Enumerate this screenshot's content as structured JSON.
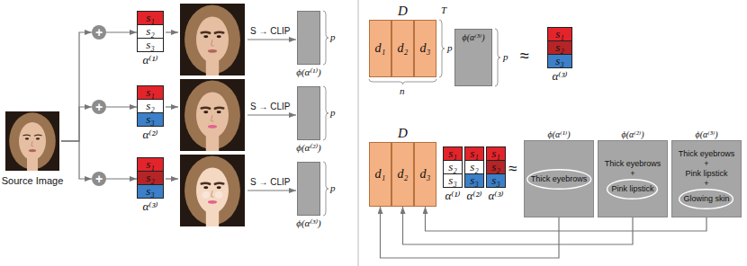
{
  "diagram": {
    "nodes": [
      {
        "text": [
          "Source Image"
        ]
      },
      {
        "text": [
          "+"
        ]
      },
      {
        "text": [
          "s₁",
          "s₂",
          "s₃",
          "α⁽¹⁾"
        ]
      },
      {
        "text": [
          "ϕ(α⁽¹⁾)"
        ]
      },
      {
        "text": [
          "+"
        ]
      },
      {
        "text": [
          "s₁",
          "s₂",
          "s₃",
          "α⁽²⁾"
        ]
      },
      {
        "text": [
          "ϕ(α⁽²⁾)"
        ]
      },
      {
        "text": [
          "+"
        ]
      },
      {
        "text": [
          "s₁",
          "s₂",
          "s₃",
          "α⁽³⁾"
        ]
      },
      {
        "text": [
          "ϕ(α⁽³⁾)"
        ]
      },
      {
        "text": [
          "D"
        ]
      },
      {
        "text": [
          "d₁"
        ],
        "in": 10
      },
      {
        "text": [
          "d₂"
        ],
        "in": 10
      },
      {
        "text": [
          "d₃"
        ],
        "in": 10
      },
      {
        "text": [
          "ϕ(α⁽³⁾)"
        ]
      },
      {
        "text": [
          "s₁",
          "s₂",
          "s₃",
          "α⁽³⁾"
        ]
      },
      {
        "text": [
          "D"
        ]
      },
      {
        "text": [
          "d₁"
        ],
        "in": 16
      },
      {
        "text": [
          "d₂"
        ],
        "in": 16
      },
      {
        "text": [
          "d₃"
        ],
        "in": 16
      },
      {
        "text": [
          "s₁",
          "s₂",
          "s₃",
          "α⁽¹⁾"
        ]
      },
      {
        "text": [
          "s₁",
          "s₂",
          "s₃",
          "α⁽²⁾"
        ]
      },
      {
        "text": [
          "s₁",
          "s₂",
          "s₃",
          "α⁽³⁾"
        ]
      },
      {
        "text": [
          "ϕ(α⁽¹⁾)"
        ]
      },
      {
        "text": [
          "Thick eyebrows"
        ],
        "in": 23
      },
      {
        "text": [
          "ϕ(α⁽²⁾)",
          "Thick eyebrows",
          "+"
        ]
      },
      {
        "text": [
          "Pink lipstick"
        ],
        "in": 25
      },
      {
        "text": [
          "ϕ(α⁽³⁾)",
          "Thick eyebrows",
          "+",
          "Pink lipstick",
          "+"
        ]
      },
      {
        "text": [
          "Glowing skin"
        ],
        "in": 27
      }
    ],
    "edges": [
      {
        "from": 0,
        "to": 1,
        "arrow": "to"
      },
      {
        "from": 0,
        "to": 4,
        "arrow": "to"
      },
      {
        "from": 0,
        "to": 7,
        "arrow": "to"
      },
      {
        "from": 1,
        "to": 2,
        "arrow": "to"
      },
      {
        "from": 4,
        "to": 5,
        "arrow": "to"
      },
      {
        "from": 7,
        "to": 8,
        "arrow": "to"
      },
      {
        "from": 24,
        "to": 17,
        "arrow": "to"
      },
      {
        "from": 26,
        "to": 18,
        "arrow": "to"
      },
      {
        "from": 28,
        "to": 19,
        "arrow": "to"
      }
    ],
    "labels": [
      "S → CLIP",
      "S → CLIP",
      "S → CLIP",
      "p",
      "p",
      "p",
      "T",
      "p",
      "p",
      "n",
      "≈",
      "≈"
    ]
  }
}
